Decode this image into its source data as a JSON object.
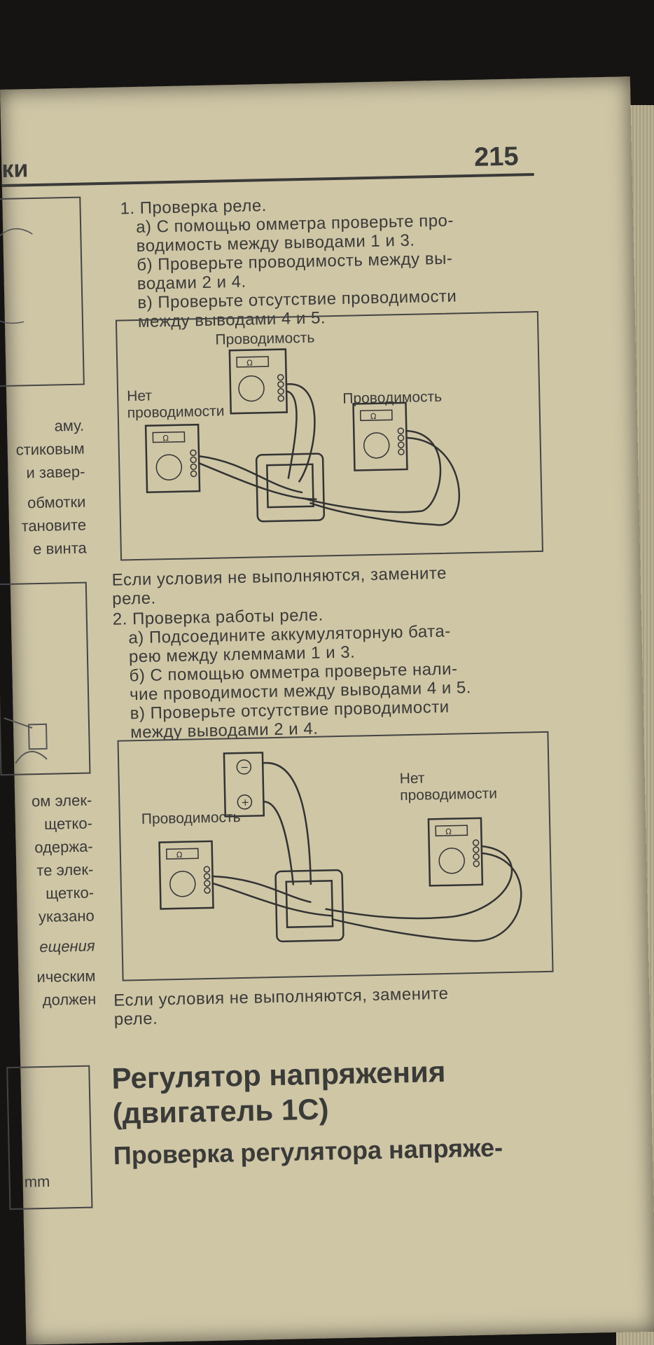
{
  "header": {
    "left_fragment": "ки",
    "page_number": "215"
  },
  "section1": {
    "title": "1. Проверка реле.",
    "a": [
      "а) С помощью омметра проверьте про-",
      "водимость между выводами 1 и 3."
    ],
    "b": [
      "б) Проверьте проводимость между вы-",
      "водами 2 и 4."
    ],
    "c": [
      "в) Проверьте отсутствие проводимости",
      "между выводами 4 и 5."
    ]
  },
  "diagram1": {
    "label_top": "Проводимость",
    "label_left": [
      "Нет",
      "проводимости"
    ],
    "label_right": "Проводимость",
    "ohm": "Ω"
  },
  "replace_note_1": [
    "Если условия не выполняются, замените",
    "реле."
  ],
  "section2": {
    "title": "2. Проверка работы реле.",
    "a": [
      "а) Подсоедините аккумуляторную бата-",
      "рею между клеммами 1 и 3."
    ],
    "b": [
      "б) С помощью омметра проверьте нали-",
      "чие проводимости между выводами 4 и 5."
    ],
    "c": [
      "в) Проверьте отсутствие проводимости",
      "между выводами 2 и 4."
    ]
  },
  "diagram2": {
    "label_left": "Проводимость",
    "label_right": [
      "Нет",
      "проводимости"
    ],
    "battery_minus": "−",
    "battery_plus": "+",
    "ohm": "Ω"
  },
  "replace_note_2": [
    "Если условия не выполняются, замените",
    "реле."
  ],
  "section_heading": [
    "Регулятор напряжения",
    "(двигатель 1С)"
  ],
  "subheading": "Проверка регулятора напряже-",
  "left_column_fragments": {
    "block1": [
      "аму.",
      "стиковым",
      "и завер-",
      "",
      "обмотки",
      "тановите",
      "е винта"
    ],
    "block2": [
      "ом элек-",
      "щетко-",
      "одержа-",
      "те элек-",
      "щетко-",
      "указано",
      "",
      "ещения",
      "",
      "ическим",
      "должен"
    ],
    "mm": "mm"
  }
}
